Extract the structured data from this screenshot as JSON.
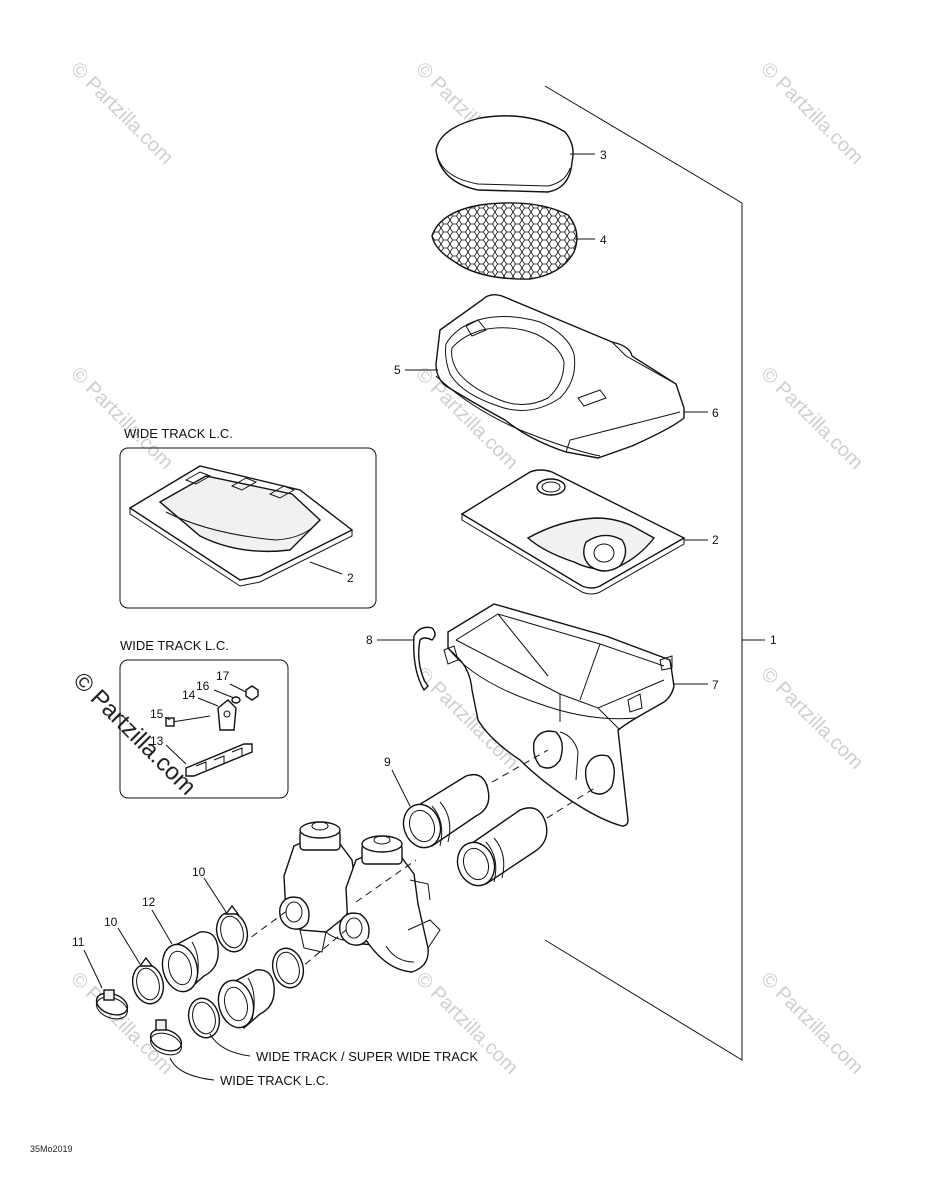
{
  "watermark": {
    "text": "© Partzilla.com",
    "large_text": "© Partzilla.com"
  },
  "insets": {
    "upper_title": "WIDE TRACK L.C.",
    "lower_title": "WIDE TRACK L.C."
  },
  "callouts": {
    "c1": "1",
    "c2a": "2",
    "c2b": "2",
    "c3": "3",
    "c4": "4",
    "c5": "5",
    "c6": "6",
    "c7": "7",
    "c8": "8",
    "c9": "9",
    "c10a": "10",
    "c10b": "10",
    "c11": "11",
    "c12": "12",
    "c13": "13",
    "c14": "14",
    "c15": "15",
    "c16": "16",
    "c17": "17"
  },
  "notes": {
    "wide_super": "WIDE TRACK / SUPER WIDE TRACK",
    "wide_lc": "WIDE TRACK L.C."
  },
  "drawing_code": "35Mo2019"
}
